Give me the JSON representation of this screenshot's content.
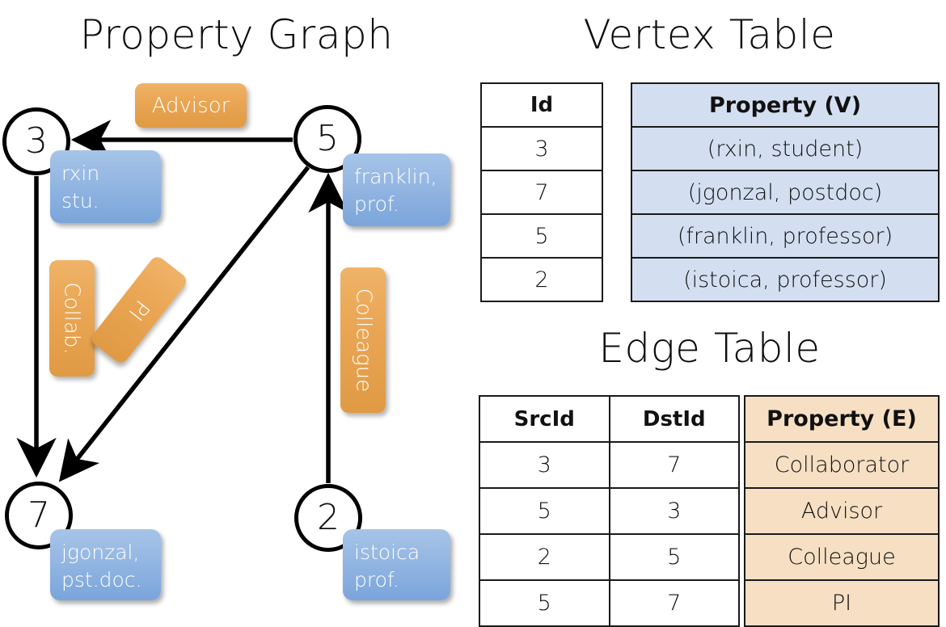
{
  "titles": {
    "property_graph": "Property Graph",
    "vertex_table": "Vertex Table",
    "edge_table": "Edge Table"
  },
  "graph": {
    "nodes": [
      {
        "id": "3",
        "property_line1": "rxin",
        "property_line2": "stu."
      },
      {
        "id": "5",
        "property_line1": "franklin,",
        "property_line2": "prof."
      },
      {
        "id": "7",
        "property_line1": "jgonzal,",
        "property_line2": "pst.doc."
      },
      {
        "id": "2",
        "property_line1": "istoica",
        "property_line2": "prof."
      }
    ],
    "edge_labels": {
      "advisor": "Advisor",
      "collab": "Collab.",
      "pi": "PI",
      "colleague": "Colleague"
    }
  },
  "vertex_table": {
    "headers": [
      "Id",
      "Property (V)"
    ],
    "rows": [
      {
        "id": "3",
        "property": "(rxin, student)"
      },
      {
        "id": "7",
        "property": "(jgonzal, postdoc)"
      },
      {
        "id": "5",
        "property": "(franklin, professor)"
      },
      {
        "id": "2",
        "property": "(istoica, professor)"
      }
    ]
  },
  "edge_table": {
    "headers": [
      "SrcId",
      "DstId",
      "Property (E)"
    ],
    "rows": [
      {
        "src": "3",
        "dst": "7",
        "property": "Collaborator"
      },
      {
        "src": "5",
        "dst": "3",
        "property": "Advisor"
      },
      {
        "src": "2",
        "dst": "5",
        "property": "Colleague"
      },
      {
        "src": "5",
        "dst": "7",
        "property": "PI"
      }
    ]
  },
  "colors": {
    "vertex_property_fill": "#d3dff1",
    "edge_property_fill": "#f6dfc3",
    "node_box_blue": "#7aa5da",
    "edge_box_orange": "#e09a44",
    "stroke": "#1a1a1a"
  }
}
